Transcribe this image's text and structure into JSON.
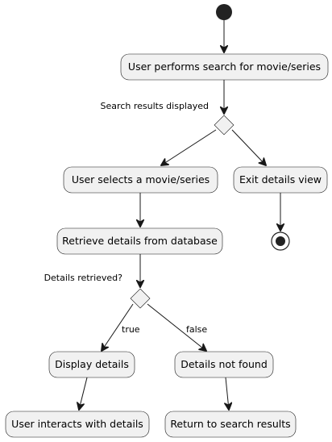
{
  "nodes": {
    "search": "User performs search for movie/series",
    "select": "User selects a movie/series",
    "exit": "Exit details view",
    "retrieve": "Retrieve details from database",
    "display": "Display details",
    "not_found": "Details not found",
    "interact": "User interacts with details",
    "return": "Return to search results"
  },
  "decisions": {
    "search_results": "Search results displayed",
    "details_retrieved": "Details retrieved?"
  },
  "branches": {
    "true_label": "true",
    "false_label": "false"
  }
}
